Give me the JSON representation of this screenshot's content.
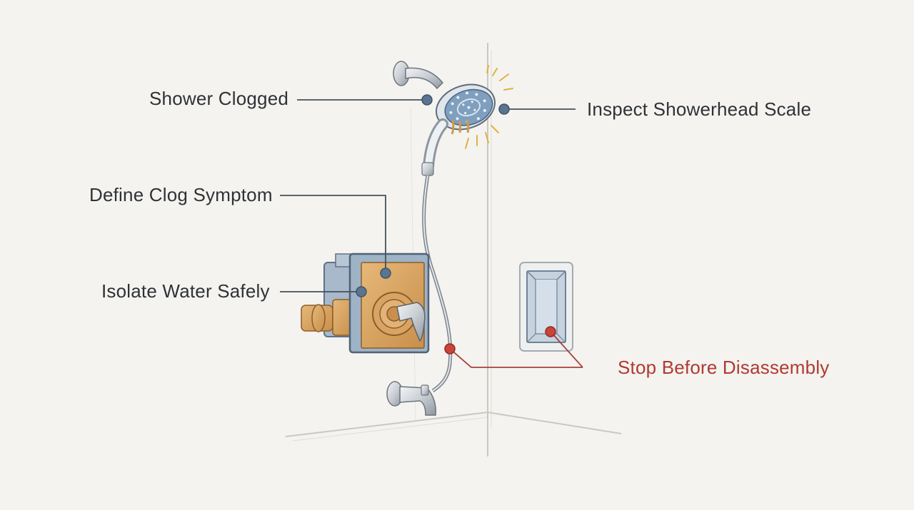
{
  "colors": {
    "background": "#f4f3ef",
    "info_dot": "#5b7590",
    "warning_dot": "#c9443a",
    "label_text": "#2f3236",
    "warning_text": "#b03a32",
    "valve_brass": "#d9a463",
    "wall_line": "#c9c8c3"
  },
  "icons": [
    "showerhead-icon",
    "shower-valve-icon",
    "wall-niche-icon",
    "tub-spout-icon",
    "hand-shower-icon"
  ],
  "callouts": {
    "shower_clogged": {
      "text": "Shower Clogged",
      "severity": "info"
    },
    "inspect_scale": {
      "text": "Inspect Showerhead Scale",
      "severity": "info"
    },
    "define_symptom": {
      "text": "Define Clog Symptom",
      "severity": "info"
    },
    "isolate_water": {
      "text": "Isolate Water Safely",
      "severity": "info"
    },
    "stop_disassembly": {
      "text": "Stop Before Disassembly",
      "severity": "warning"
    }
  }
}
